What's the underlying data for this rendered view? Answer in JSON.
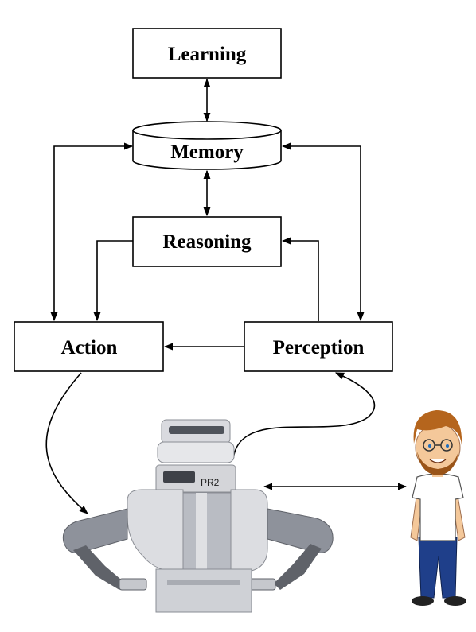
{
  "nodes": {
    "learning": "Learning",
    "memory": "Memory",
    "reasoning": "Reasoning",
    "action": "Action",
    "perception": "Perception"
  },
  "illustrations": {
    "robot": {
      "name": "pr2-robot",
      "label": "PR2"
    },
    "human": {
      "name": "cartoon-human"
    }
  },
  "colors": {
    "lines": "#000000",
    "robot_gray": "#9ea2ab",
    "robot_dark": "#4f535b",
    "robot_light": "#d9dadf",
    "human_shirt": "#ffffff",
    "human_jeans": "#1f3f8a",
    "human_hair": "#b5651d",
    "human_skin": "#f4c89a"
  }
}
